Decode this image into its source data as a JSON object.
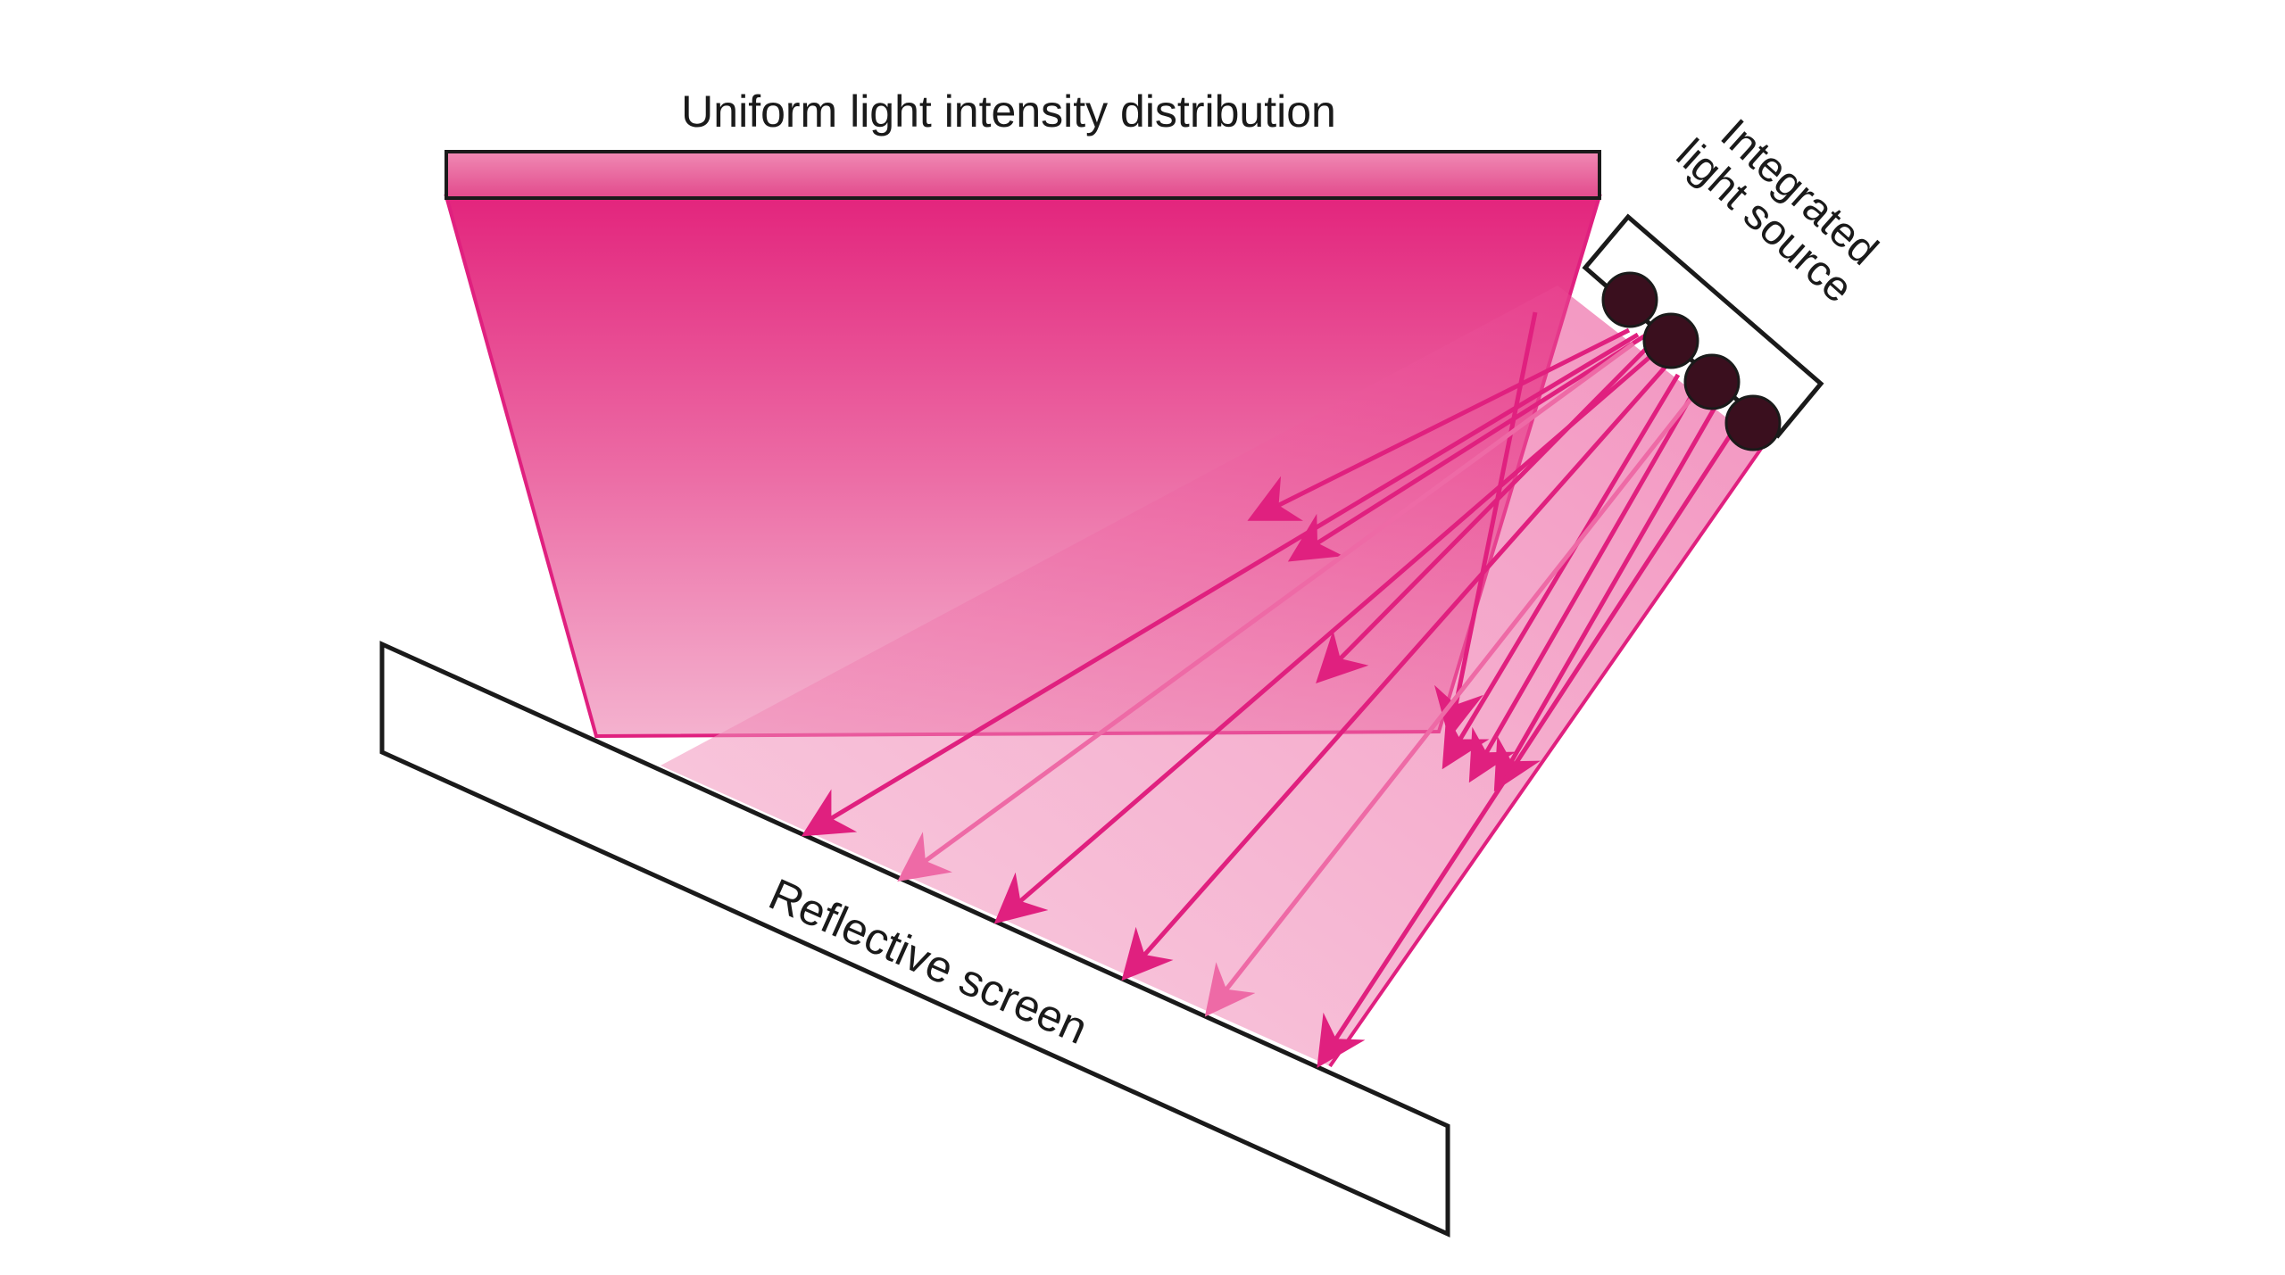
{
  "diagram": {
    "top_label": "Uniform light intensity distribution",
    "source_label": {
      "line1": "Integrated",
      "line2": "light source"
    },
    "screen_label": "Reflective screen",
    "colors": {
      "magenta": "#e0207f",
      "magenta_light": "#f07ab0",
      "bar_fill": "#ec5d9c",
      "led_fill": "#3a0f1e",
      "outline": "#1a1a1a",
      "background": "#ffffff"
    },
    "led_count": 4,
    "icon": "led-light-source-icon"
  }
}
